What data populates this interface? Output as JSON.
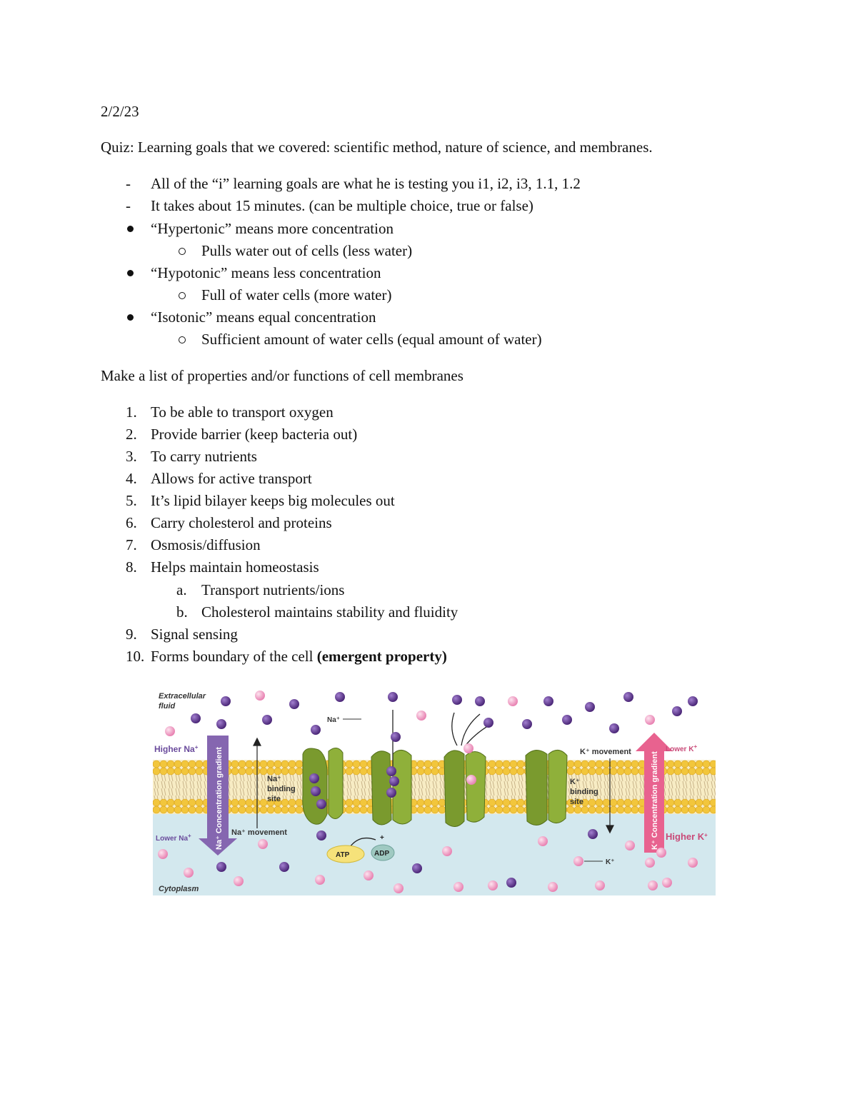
{
  "date": "2/2/23",
  "quiz_line": "Quiz: Learning goals that we covered: scientific method, nature of science, and membranes.",
  "quiz_items": [
    {
      "marker": "-",
      "text": "All of the “i” learning goals are what he is testing you i1, i2, i3, 1.1, 1.2"
    },
    {
      "marker": "-",
      "text": "It takes about 15 minutes. (can be multiple choice, true or false)"
    }
  ],
  "terms": [
    {
      "text": "“Hypertonic” means more concentration",
      "sub": "Pulls water out of cells (less water)"
    },
    {
      "text": "“Hypotonic” means less concentration",
      "sub": "Full of water cells (more water)"
    },
    {
      "text": "“Isotonic” means equal concentration",
      "sub": "Sufficient amount of water cells (equal amount of water)"
    }
  ],
  "list_heading": "Make a list of properties and/or functions of cell membranes",
  "functions": [
    {
      "num": "1.",
      "text": "To be able to transport oxygen"
    },
    {
      "num": "2.",
      "text": "Provide barrier (keep bacteria out)"
    },
    {
      "num": "3.",
      "text": "To carry nutrients"
    },
    {
      "num": "4.",
      "text": "Allows for active transport"
    },
    {
      "num": "5.",
      "text": "It’s lipid bilayer keeps big molecules out"
    },
    {
      "num": "6.",
      "text": "Carry cholesterol and proteins"
    },
    {
      "num": "7.",
      "text": "Osmosis/diffusion"
    },
    {
      "num": "8.",
      "text": "Helps maintain homeostasis"
    }
  ],
  "subfunctions": [
    {
      "num": "a.",
      "text": "Transport nutrients/ions"
    },
    {
      "num": "b.",
      "text": "Cholesterol maintains stability and fluidity"
    }
  ],
  "functions_cont": [
    {
      "num": "9.",
      "text": "Signal sensing"
    },
    {
      "num": "10.",
      "text": "Forms boundary of the cell ",
      "bold": "(emergent property)"
    }
  ],
  "diagram": {
    "extracellular": [
      "Extracellular",
      "fluid"
    ],
    "higher_na": "Higher Na",
    "lower_na": "Lower Na",
    "na_gradient": "Na⁺ Concentration gradient",
    "na_label": "Na⁺",
    "na_binding": [
      "Na⁺",
      "binding",
      "site"
    ],
    "na_movement": "Na⁺ movement",
    "atp": "ATP",
    "adp": "ADP",
    "plus": "+",
    "k_movement": "K⁺ movement",
    "lower_k": "Lower K",
    "k_binding": [
      "K⁺",
      "binding",
      "site"
    ],
    "higher_k": "Higher K",
    "k_gradient": "K⁺ Concentration gradient",
    "k_label": "K⁺",
    "cytoplasm": "Cytoplasm",
    "colors": {
      "sodium": "#6a3f96",
      "potassium": "#f2a7c8",
      "protein": "#7a9a2e",
      "lipid_head": "#f2c63c",
      "cytoplasm": "#cfe7ee",
      "na_arrow": "#8566b0",
      "k_arrow": "#e8628f"
    }
  }
}
